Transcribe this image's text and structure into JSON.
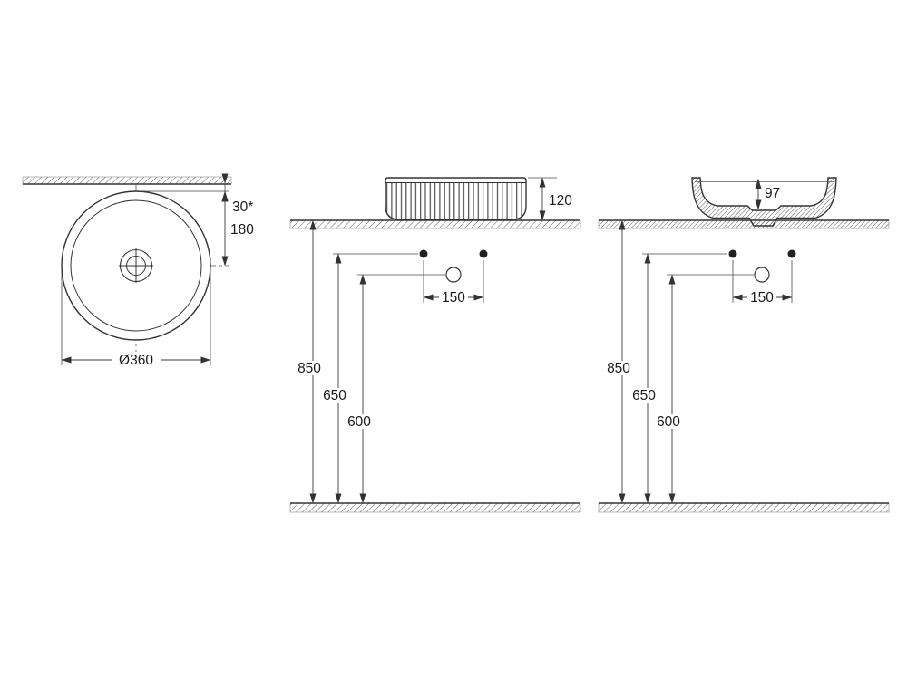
{
  "drawing": {
    "type": "technical-dimension-drawing",
    "subject": "round countertop washbasin",
    "colors": {
      "line": "#333333",
      "background": "#ffffff"
    },
    "views": {
      "top": {
        "dims": {
          "wall_offset": "30*",
          "center_from_rim": "180",
          "diameter": "Ø360"
        }
      },
      "front": {
        "dims": {
          "basin_height": "120",
          "tap_hole_spacing": "150",
          "worktop_height": "850",
          "tap_holes_height": "650",
          "waste_height": "600"
        }
      },
      "side": {
        "dims": {
          "bowl_depth": "97",
          "tap_hole_spacing": "150",
          "worktop_height": "850",
          "tap_holes_height": "650",
          "waste_height": "600"
        }
      }
    }
  }
}
